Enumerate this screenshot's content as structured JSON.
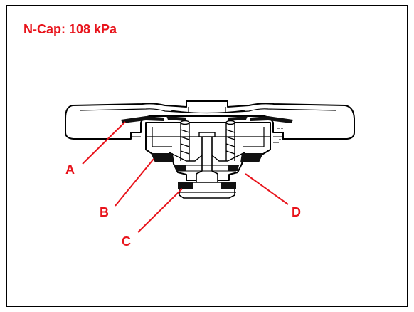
{
  "title": "N-Cap: 108 kPa",
  "callouts": [
    {
      "id": "a",
      "label": "A"
    },
    {
      "id": "b",
      "label": "B"
    },
    {
      "id": "c",
      "label": "C"
    },
    {
      "id": "d",
      "label": "D"
    }
  ],
  "colors": {
    "callout": "#e8141c",
    "line_art": "#000000",
    "gasket": "#111111",
    "frame": "#000000",
    "background": "#ffffff"
  }
}
